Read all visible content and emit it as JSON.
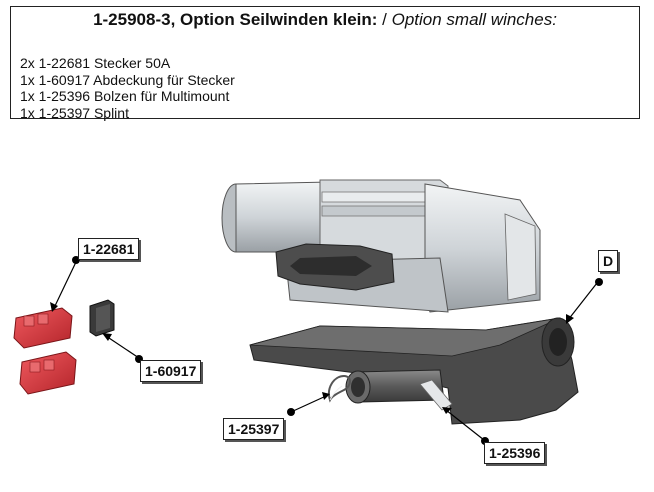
{
  "header": {
    "title_de": "1-25908-3, Option Seilwinden klein:",
    "separator": " / ",
    "title_en": "Option small winches:",
    "parts": [
      "2x 1-22681 Stecker 50A",
      "1x 1-60917 Abdeckung für Stecker",
      "1x 1-25396 Bolzen für Multimount",
      "1x 1-25397 Splint"
    ]
  },
  "callouts": {
    "plug": "1-22681",
    "cover": "1-60917",
    "bracket": "D",
    "cotter_pin": "1-25397",
    "bolt": "1-25396"
  },
  "colors": {
    "plug_red": "#d8343a",
    "winch_grey": "#c9ced2",
    "plate_dark": "#4a4a4a"
  }
}
